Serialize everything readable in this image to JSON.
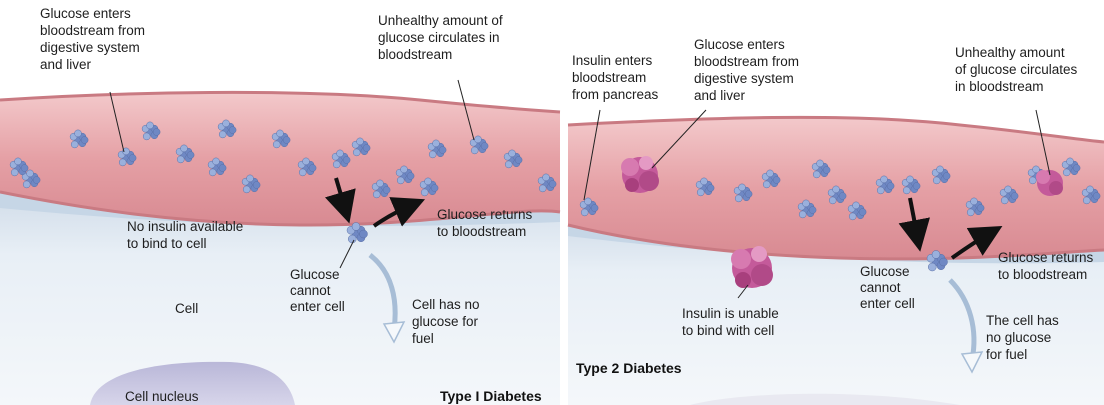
{
  "panel_left": {
    "title": "Type I Diabetes",
    "label_glucose_enters": [
      "Glucose enters",
      "bloodstream from",
      "digestive system",
      "and liver"
    ],
    "label_unhealthy": [
      "Unhealthy amount of",
      "glucose circulates in",
      "bloodstream"
    ],
    "label_no_insulin": [
      "No insulin available",
      "to bind to cell"
    ],
    "label_glucose_returns": [
      "Glucose returns",
      "to bloodstream"
    ],
    "label_glucose_cannot": [
      "Glucose",
      "cannot",
      "enter cell"
    ],
    "label_cell": "Cell",
    "label_cell_no_glucose": [
      "Cell has no",
      "glucose for",
      "fuel"
    ],
    "label_cell_nucleus": "Cell nucleus"
  },
  "panel_right": {
    "title": "Type 2 Diabetes",
    "label_insulin_enters": [
      "Insulin enters",
      "bloodstream",
      "from pancreas"
    ],
    "label_glucose_enters": [
      "Glucose enters",
      "bloodstream from",
      "digestive system",
      "and liver"
    ],
    "label_unhealthy": [
      "Unhealthy amount",
      "of glucose circulates",
      "in bloodstream"
    ],
    "label_glucose_returns": [
      "Glucose returns",
      "to bloodstream"
    ],
    "label_glucose_cannot": [
      "Glucose",
      "cannot",
      "enter cell"
    ],
    "label_insulin_unable": [
      "Insulin is unable",
      "to bind with cell"
    ],
    "label_cell_no_glucose": [
      "The cell has",
      "no glucose",
      "for fuel"
    ]
  },
  "colors": {
    "vessel": "#e8a8ac",
    "vessel_dark": "#c97a82",
    "cell": "#e6eef6",
    "glucose": "#7f9ad0",
    "insulin": "#c45a9a"
  }
}
